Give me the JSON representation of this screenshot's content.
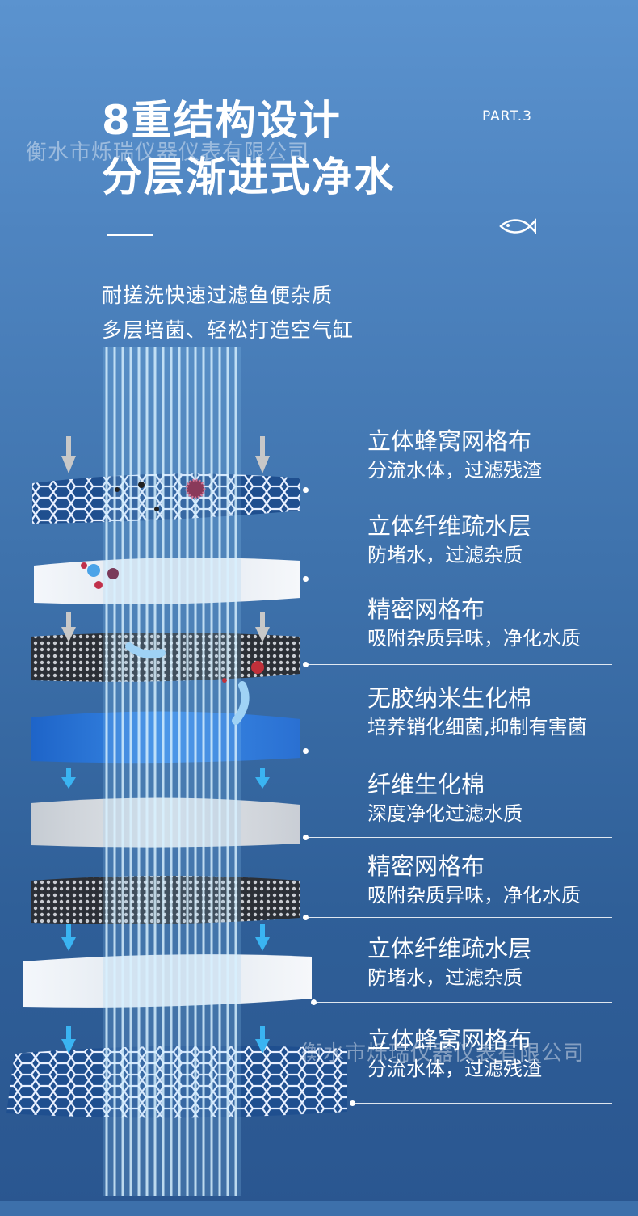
{
  "heading": {
    "line1": "8重结构设计",
    "line2": "分层渐进式净水",
    "part": "PART.3"
  },
  "subtitle": {
    "line1": "耐搓洗快速过滤鱼便杂质",
    "line2": "多层培菌、轻松打造空气缸"
  },
  "watermark": "衡水市烁瑞仪器仪表有限公司",
  "layers": [
    {
      "title": "立体蜂窝网格布",
      "desc": "分流水体，过滤残渣"
    },
    {
      "title": "立体纤维疏水层",
      "desc": "防堵水，过滤杂质"
    },
    {
      "title": "精密网格布",
      "desc": "吸附杂质异味，净化水质"
    },
    {
      "title": "无胶纳米生化棉",
      "desc": "培养销化细菌,抑制有害菌"
    },
    {
      "title": "纤维生化棉",
      "desc": "深度净化过滤水质"
    },
    {
      "title": "精密网格布",
      "desc": "吸附杂质异味，净化水质"
    },
    {
      "title": "立体纤维疏水层",
      "desc": "防堵水，过滤杂质"
    },
    {
      "title": "立体蜂窝网格布",
      "desc": "分流水体，过滤残渣"
    }
  ],
  "icons": [
    "fish-icon",
    "down-arrow-icon",
    "bacteria-icon"
  ],
  "colors": {
    "background_top": "#5b93cf",
    "background_bottom": "#2a5690",
    "water_beam": "#bfe6ff",
    "arrow_gray": "#c8c8c8",
    "arrow_blue": "#3ab4f2"
  }
}
